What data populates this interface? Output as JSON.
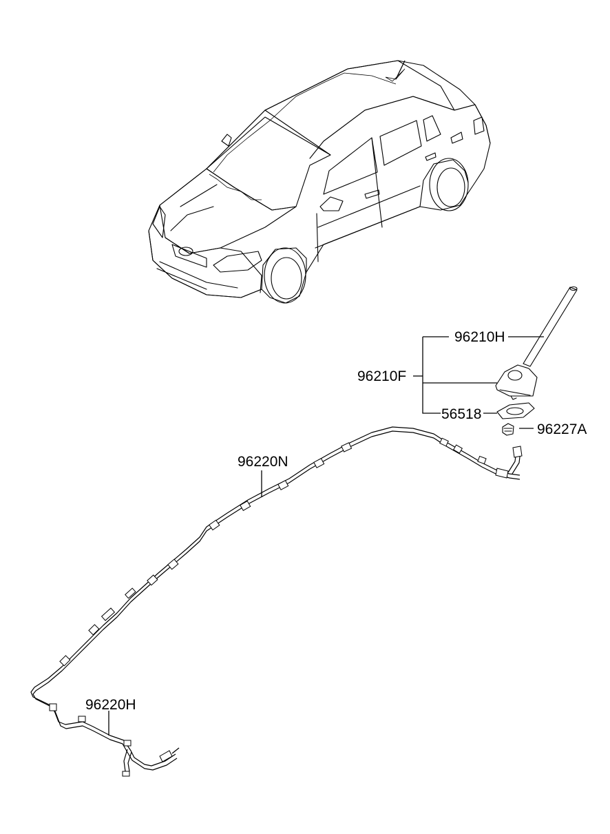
{
  "parts": {
    "antenna_pole": "96210H",
    "antenna_assembly": "96210F",
    "gasket": "56518",
    "nut": "96227A",
    "feeder_cable_roof": "96220N",
    "feeder_cable_main": "96220H"
  }
}
